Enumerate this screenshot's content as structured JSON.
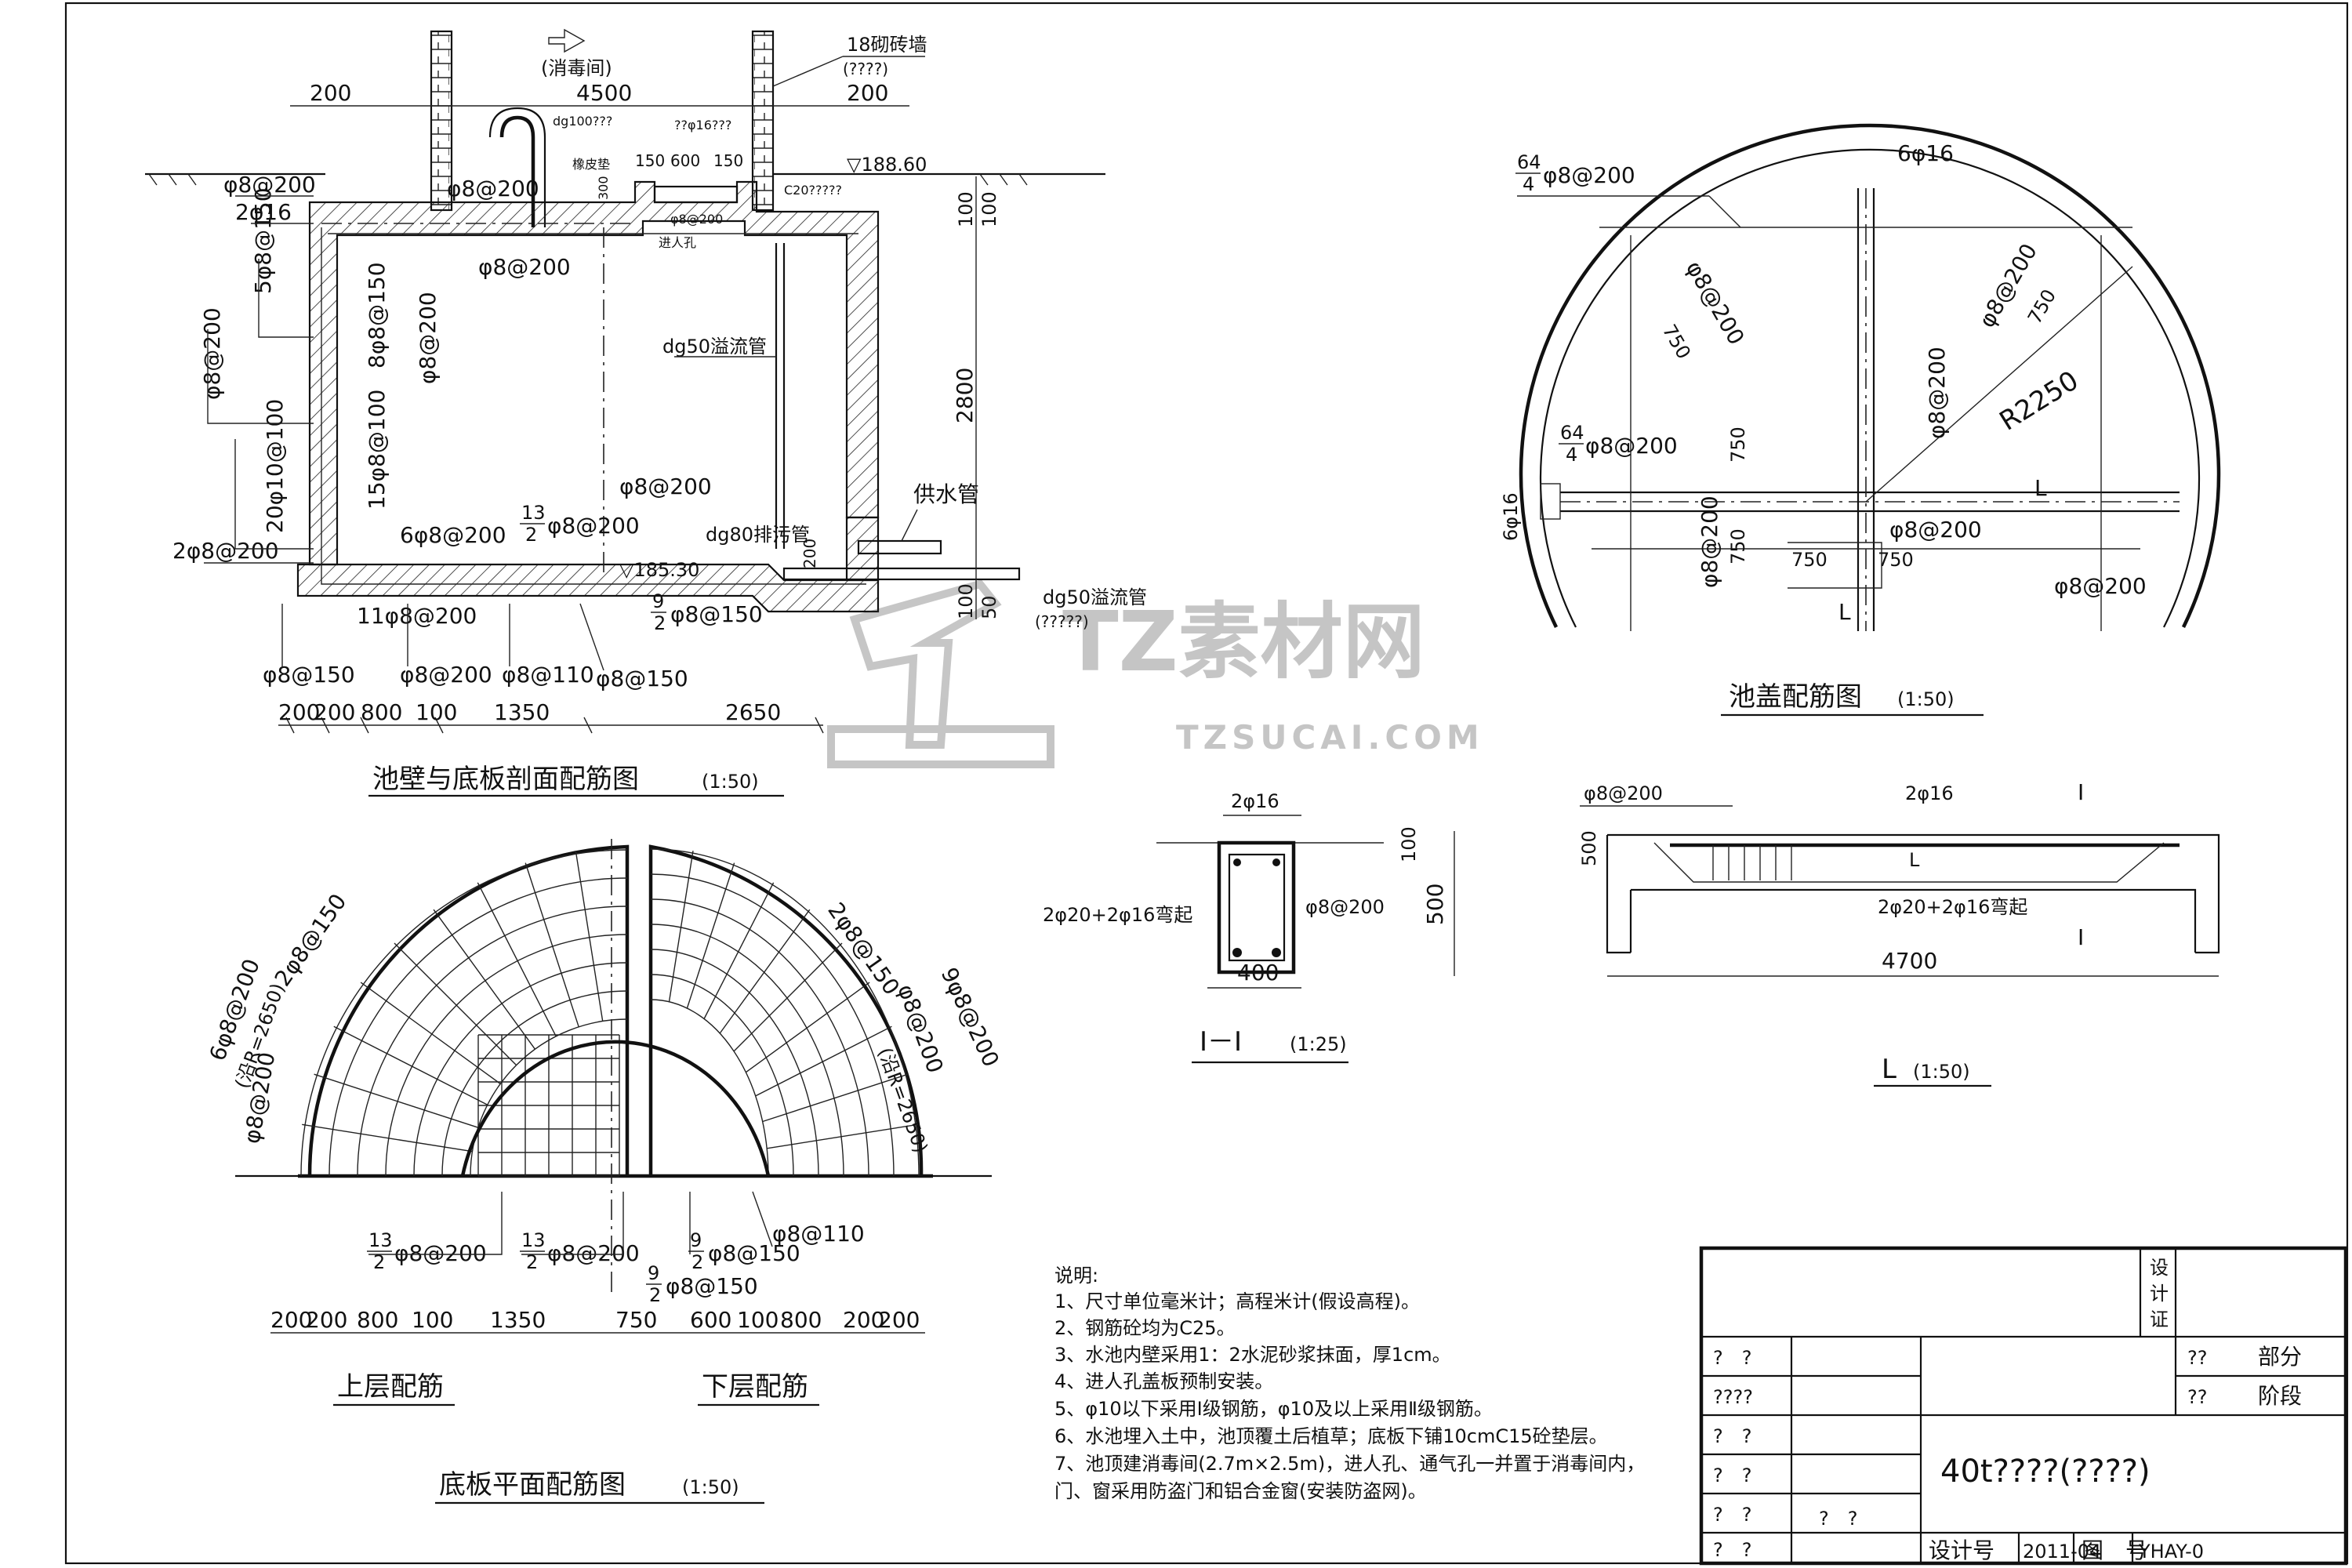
{
  "section": {
    "title": "池壁与底板剖面配筋图",
    "scale": "(1:50)",
    "room_label": "(消毒间)",
    "brick_wall_label": "18砌砖墙",
    "brick_wall_sub": "(????)",
    "dim_top_left": "200",
    "dim_top_mid": "4500",
    "dim_top_right": "200",
    "vent_label": "dg100???",
    "manhole_rebar": "??φ16???",
    "rubber_pad": "橡皮垫",
    "dim_150a": "150",
    "dim_600": "600",
    "dim_150b": "150",
    "elev_top": "▽188.60",
    "concrete_label": "C20?????",
    "manhole": "进人孔",
    "manhole_rebar2": "φ8@200",
    "dim_300": "300",
    "dim_100a": "100",
    "dim_100b": "100",
    "dim_2800": "2800",
    "dim_200r": "200",
    "dim_100c": "100",
    "dim_50": "50",
    "overflow_pipe": "dg50溢流管",
    "drain_pipe": "dg80排污管",
    "supply_pipe": "供水管",
    "overflow_pipe2": "dg50溢流管",
    "overflow_pipe2_sub": "(?????)",
    "elev_bottom": "▽185.30",
    "rebar_left": [
      "φ8@200",
      "2φ16",
      "5φ8@150",
      "φ8@200",
      "20φ10@100",
      "2φ8@200"
    ],
    "rebar_inner": [
      "φ8@200",
      "φ8@200",
      "8φ8@150",
      "φ8@200",
      "15φ8@100",
      "6φ8@200"
    ],
    "rebar_right": [
      "φ8@200",
      "φ8@200"
    ],
    "frac1_num": "13",
    "frac1_den": "2",
    "frac1_text": "φ8@200",
    "frac2_num": "9",
    "frac2_den": "2",
    "frac2_text": "φ8@150",
    "rebar_bottom": [
      "11φ8@200",
      "φ8@150",
      "φ8@200",
      "φ8@110",
      "φ8@150"
    ],
    "dims_bottom": [
      "200",
      "200",
      "800",
      "100",
      "1350",
      "2650"
    ]
  },
  "cover": {
    "title": "池盖配筋图",
    "scale": "(1:50)",
    "frac_num": "64",
    "frac_den": "4",
    "frac_text": "φ8@200",
    "top_bar": "6φ16",
    "diag1": "φ8@200",
    "dim750a": "750",
    "diag2": "φ8@200",
    "dim750b": "750",
    "vert_mid": "φ8@200",
    "radius": "R2250",
    "frac2_num": "64",
    "frac2_den": "4",
    "frac2_text": "φ8@200",
    "dim750c": "750",
    "left_bar": "6φ16",
    "beam_L": "L",
    "beam_L2": "L",
    "vert_left": "φ8@200",
    "dim750d": "750",
    "dim750e": "750",
    "dim750f": "750",
    "mid_bar": "φ8@200",
    "right_bar": "φ8@200"
  },
  "beam_section": {
    "title": "I－I",
    "scale": "(1:25)",
    "top_bar": "2φ16",
    "bottom_bar": "2φ20+2φ16弯起",
    "stirrup": "φ8@200",
    "width": "400",
    "height": "500",
    "dim100": "100"
  },
  "beam_L": {
    "title": "L",
    "scale": "(1:50)",
    "stirrup": "φ8@200",
    "top_bar": "2φ16",
    "bottom_bar": "2φ20+2φ16弯起",
    "height": "500",
    "length": "4700",
    "mark_L": "L",
    "sec_mark_top": "I",
    "sec_mark_bot": "I"
  },
  "plan": {
    "title": "底板平面配筋图",
    "scale": "(1:50)",
    "upper_label": "上层配筋",
    "lower_label": "下层配筋",
    "left_labels": [
      "2φ8@150",
      "6φ8@200",
      "(沿R=2650)",
      "φ8@200"
    ],
    "right_labels": [
      "2φ8@150",
      "9φ8@200",
      "φ8@200",
      "(沿R=2650)"
    ],
    "frac_a_num": "13",
    "frac_a_den": "2",
    "frac_a_text": "φ8@200",
    "frac_b_num": "13",
    "frac_b_den": "2",
    "frac_b_text": "φ8@200",
    "frac_c_num": "9",
    "frac_c_den": "2",
    "frac_c_text": "φ8@150",
    "frac_d_num": "9",
    "frac_d_den": "2",
    "frac_d_text": "φ8@150",
    "bar_110": "φ8@110",
    "dims_left": [
      "200",
      "200",
      "800",
      "100",
      "1350"
    ],
    "dims_right": [
      "750",
      "600",
      "100",
      "800",
      "200",
      "200"
    ]
  },
  "notes": {
    "heading": "说明:",
    "items": [
      "1、尺寸单位毫米计；高程米计(假设高程)。",
      "2、钢筋砼均为C25。",
      "3、水池内壁采用1：2水泥砂浆抹面，厚1cm。",
      "4、进人孔盖板预制安装。",
      "5、φ10以下采用Ⅰ级钢筋，φ10及以上采用Ⅱ级钢筋。",
      "6、水池埋入土中，池顶覆土后植草；底板下铺10cmC15砼垫层。",
      "7、池顶建消毒间(2.7m×2.5m)，进人孔、通气孔一并置于消毒间内，",
      "   门、窗采用防盗门和铝合金窗(安装防盗网)。"
    ]
  },
  "titleblock": {
    "cert": [
      "设",
      "计",
      "证"
    ],
    "rows_left": [
      "?　?",
      "????",
      "?　?",
      "?　?",
      "?　?",
      "?　?"
    ],
    "row5_mid": "?　?",
    "part_label": "??",
    "part_value": "部分",
    "stage_label": "??",
    "stage_value": "阶段",
    "drawing_title": "40t????(????)",
    "design_no_label": "设计号",
    "design_no_value": "2011-04",
    "drawing_no_label": "图　号",
    "drawing_no_value": "YHAY-0"
  },
  "watermark": {
    "brand": "TZ素材网",
    "url": "TZSUCAI.COM"
  }
}
